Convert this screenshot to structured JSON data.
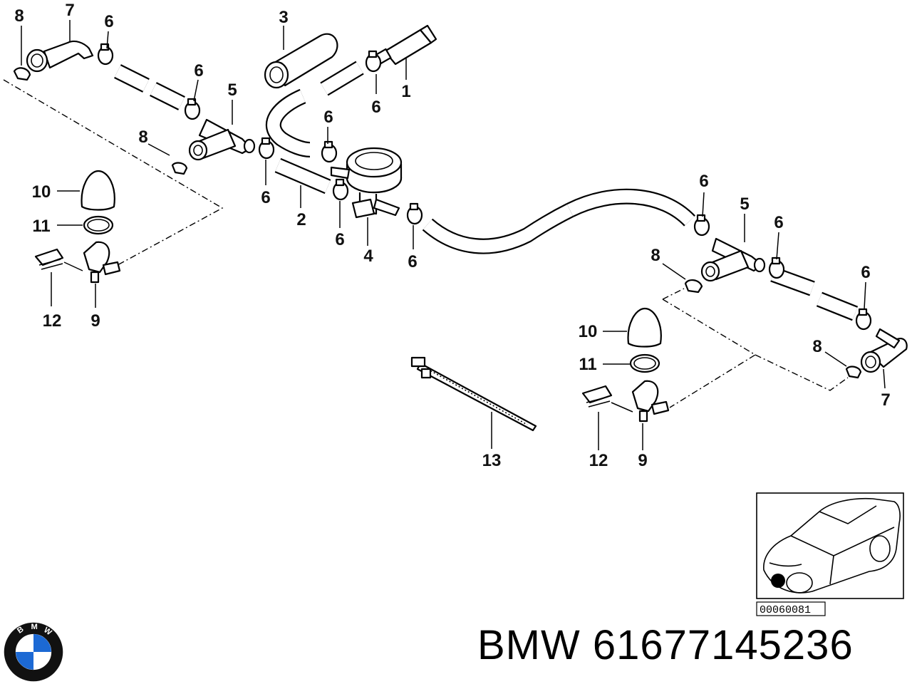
{
  "diagram": {
    "callouts": {
      "c1": "1",
      "c2": "2",
      "c3": "3",
      "c4": "4",
      "c5a": "5",
      "c5b": "5",
      "c6a": "6",
      "c6b": "6",
      "c6c": "6",
      "c6d": "6",
      "c6e": "6",
      "c6f": "6",
      "c6g": "6",
      "c6h": "6",
      "c6i": "6",
      "c6j": "6",
      "c7a": "7",
      "c7b": "7",
      "c8a": "8",
      "c8b": "8",
      "c8c": "8",
      "c8d": "8",
      "c9a": "9",
      "c9b": "9",
      "c10a": "10",
      "c10b": "10",
      "c11a": "11",
      "c11b": "11",
      "c12a": "12",
      "c12b": "12",
      "c13": "13"
    },
    "diagram_code": "00060081"
  },
  "footer": {
    "brand": "BMW",
    "part_number": "61677145236",
    "logo_letters": "BMW",
    "logo_colors": {
      "blue": "#1c69d4",
      "white": "#ffffff",
      "ring": "#111111"
    }
  }
}
